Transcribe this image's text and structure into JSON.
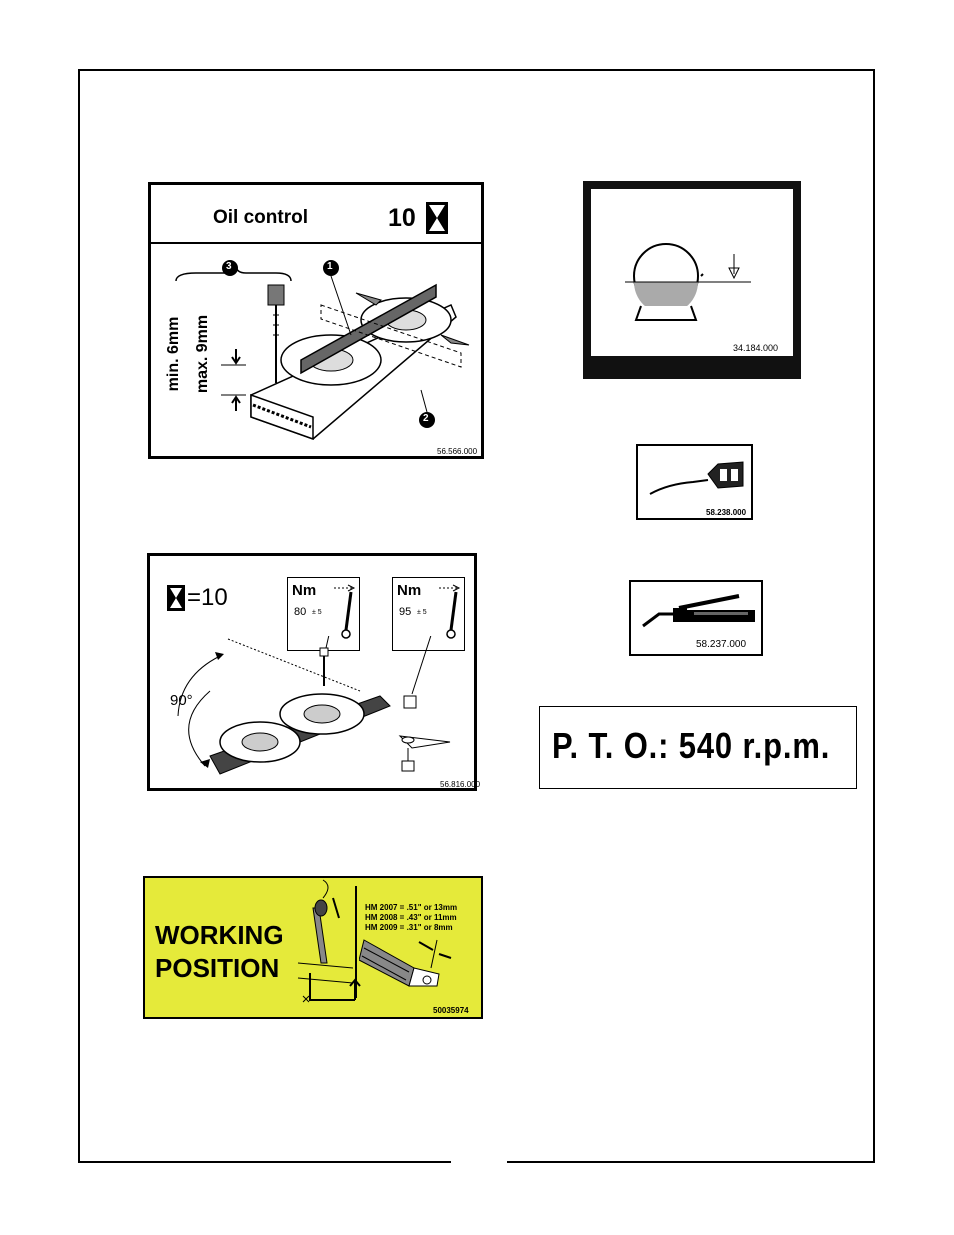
{
  "oil_control": {
    "title": "Oil  control",
    "interval": "10",
    "callouts": [
      "1",
      "2",
      "3"
    ],
    "min_label": "min. 6mm",
    "max_label": "max. 9mm",
    "part_code": "56.566.000"
  },
  "torque": {
    "interval": "=10",
    "nm_unit": "Nm",
    "torque_a": "80",
    "torque_a_tol": "± 5",
    "torque_b": "95",
    "torque_b_tol": "± 5",
    "angle": "90°",
    "part_code": "56.816.000"
  },
  "working_position": {
    "line1": "WORKING",
    "line2": "POSITION",
    "specs": [
      "HM 2007 = .51\" or 13mm",
      "HM 2008 = .43\" or 11mm",
      "HM 2009 = .31\" or 8mm"
    ],
    "part_code": "50035974",
    "background_color": "#e5ea3a"
  },
  "tank": {
    "part_code": "34.184.000"
  },
  "oil_can": {
    "part_code": "58.238.000"
  },
  "grease_gun": {
    "part_code": "58.237.000"
  },
  "pto": {
    "text": "P. T. O.:  540 r.p.m."
  }
}
